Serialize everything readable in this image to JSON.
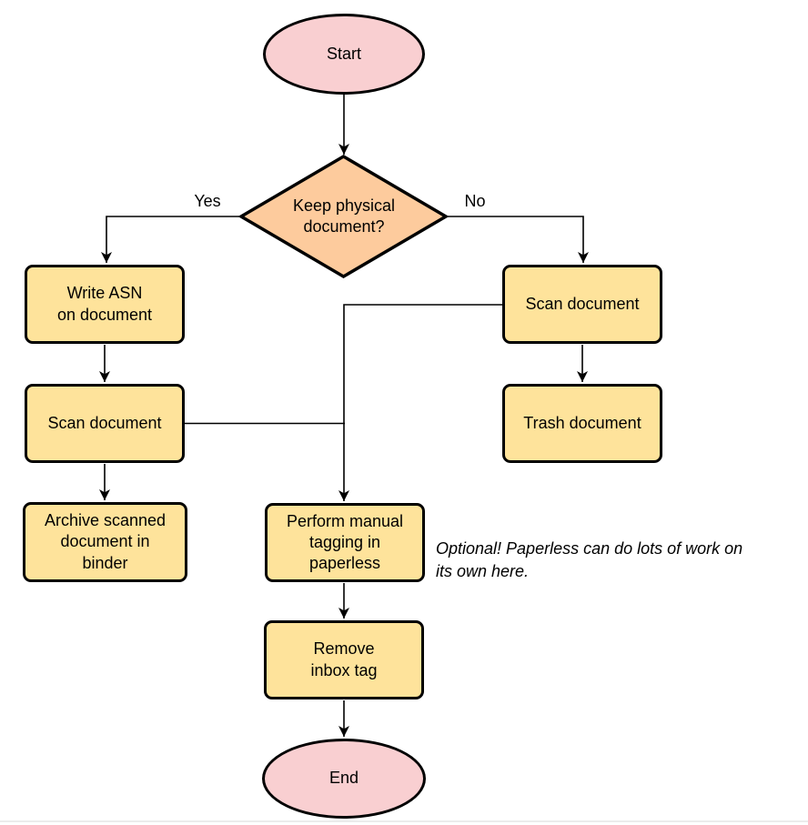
{
  "diagram": {
    "nodes": {
      "start": {
        "label": "Start",
        "type": "terminal"
      },
      "decision": {
        "label": "Keep physical\ndocument?",
        "type": "decision"
      },
      "write_asn": {
        "label": "Write ASN\non document",
        "type": "process"
      },
      "scan_left": {
        "label": "Scan document",
        "type": "process"
      },
      "archive": {
        "label": "Archive scanned\ndocument in\nbinder",
        "type": "process"
      },
      "scan_right": {
        "label": "Scan document",
        "type": "process"
      },
      "trash": {
        "label": "Trash document",
        "type": "process"
      },
      "tagging": {
        "label": "Perform manual\ntagging in\npaperless",
        "type": "process"
      },
      "remove_inbox": {
        "label": "Remove\ninbox tag",
        "type": "process"
      },
      "end": {
        "label": "End",
        "type": "terminal"
      }
    },
    "edge_labels": {
      "yes": "Yes",
      "no": "No"
    },
    "annotation": "Optional! Paperless can do lots of work on\nits own here.",
    "colors": {
      "terminal_fill": "#F9CFD1",
      "decision_fill": "#FDCB9D",
      "process_fill": "#FEE39B",
      "stroke": "#000000",
      "text": "#000000",
      "page_edge": "#ECECEC"
    }
  }
}
